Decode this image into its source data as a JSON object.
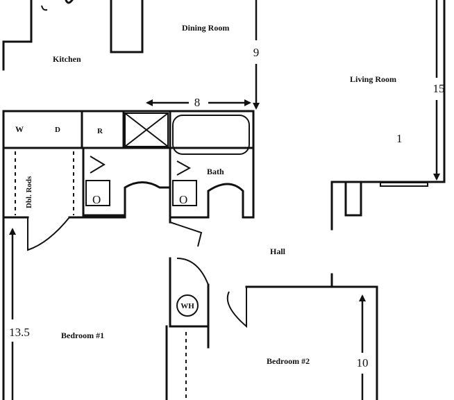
{
  "rooms": {
    "dining": "Dining Room",
    "kitchen": "Kitchen",
    "living": "Living Room",
    "bath": "Bath",
    "hall": "Hall",
    "bedroom1": "Bedroom #1",
    "bedroom2": "Bedroom #2"
  },
  "fixtures": {
    "washer": "W",
    "dryer": "D",
    "refrigerator": "R",
    "water_heater": "WH",
    "closet": "Dbl. Rods",
    "symbol_circle": "O",
    "living_mark": "1"
  },
  "dimensions": {
    "bath_width": "8",
    "dining_height": "9",
    "living_height": "15",
    "bedroom1_height": "13.5",
    "bedroom2_height": "10"
  }
}
